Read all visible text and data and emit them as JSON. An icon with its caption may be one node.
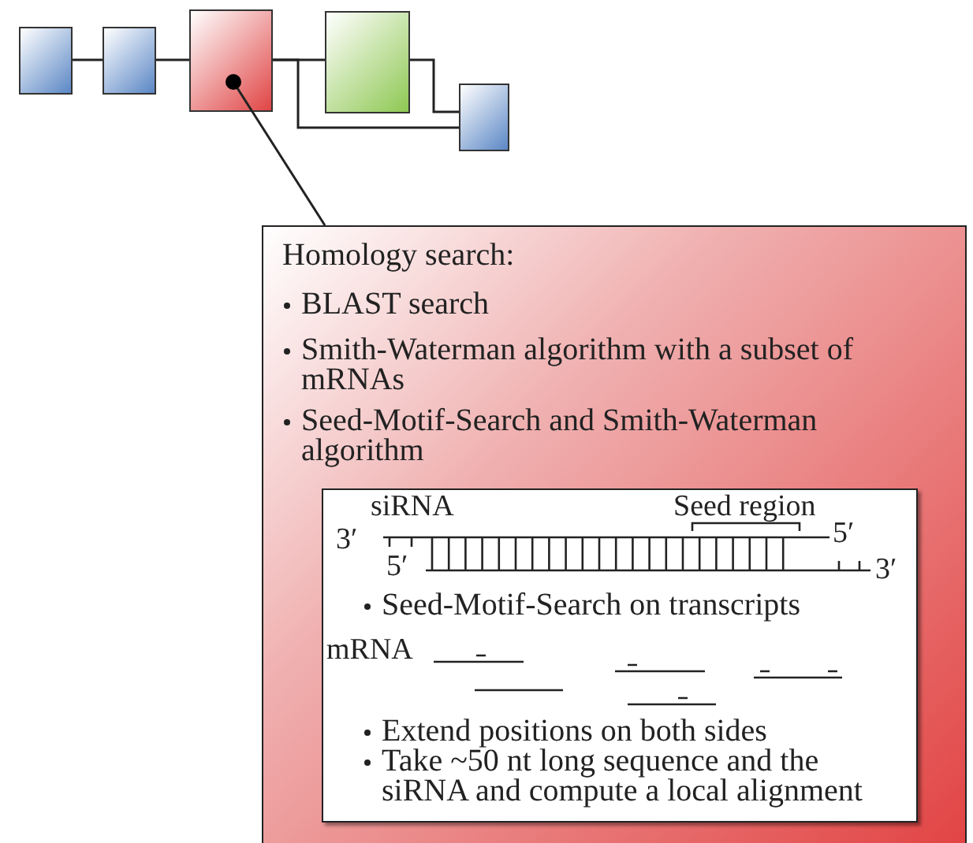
{
  "diagram": {
    "nodes": [
      {
        "text": [],
        "shape": "box"
      },
      {
        "text": [],
        "shape": "box"
      },
      {
        "text": [],
        "shape": "box"
      },
      {
        "text": [],
        "shape": "box"
      },
      {
        "text": [],
        "shape": "box"
      },
      {
        "text": [
          "Homology search:",
          "BLAST search",
          "Smith-Waterman algorithm with a subset of mRNAs",
          "Seed-Motif-Search and Smith-Waterman algorithm"
        ]
      },
      {
        "text": [
          "Seed-Motif-Search on transcripts",
          "Extend positions on both sides",
          "Take ~50 nt long sequence and the siRNA and compute a local alignment"
        ],
        "in": 5
      }
    ],
    "edges": [
      {
        "from": 0,
        "to": 1,
        "arrow": "none"
      },
      {
        "from": 1,
        "to": 2,
        "arrow": "none"
      },
      {
        "from": 2,
        "to": 3,
        "arrow": "none"
      },
      {
        "from": 2,
        "to": 4,
        "arrow": "none"
      },
      {
        "from": 3,
        "to": 4,
        "arrow": "none"
      },
      {
        "from": 2,
        "to": 5,
        "arrow": "other"
      }
    ],
    "labels": [
      "3′",
      "siRNA",
      "Seed region",
      "5′",
      "5′",
      "3′",
      "mRNA"
    ]
  }
}
